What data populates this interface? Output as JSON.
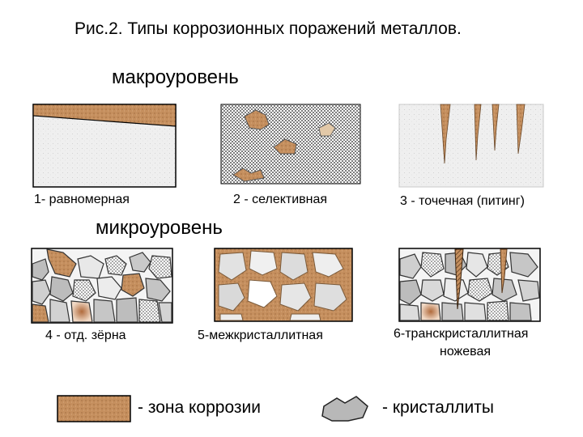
{
  "title": "Рис.2. Типы коррозионных поражений металлов.",
  "macro_label": "макроуровень",
  "micro_label": "микроуровень",
  "macro_panels": [
    {
      "label": "1- равномерная"
    },
    {
      "label": "2 - селективная"
    },
    {
      "label": "3 - точечная (питинг)"
    }
  ],
  "micro_panels": [
    {
      "label": "4 - отд. зёрна"
    },
    {
      "label": "5-межкристаллитная"
    },
    {
      "label_line1": "6-транскристаллитная",
      "label_line2": "ножевая"
    }
  ],
  "legend": {
    "corrosion": "- зона коррозии",
    "crystallites": "- кристаллиты"
  },
  "colors": {
    "corrosion": "#c58f5e",
    "crystallite": "#b8b8b8",
    "metal": "#eeeeee"
  }
}
